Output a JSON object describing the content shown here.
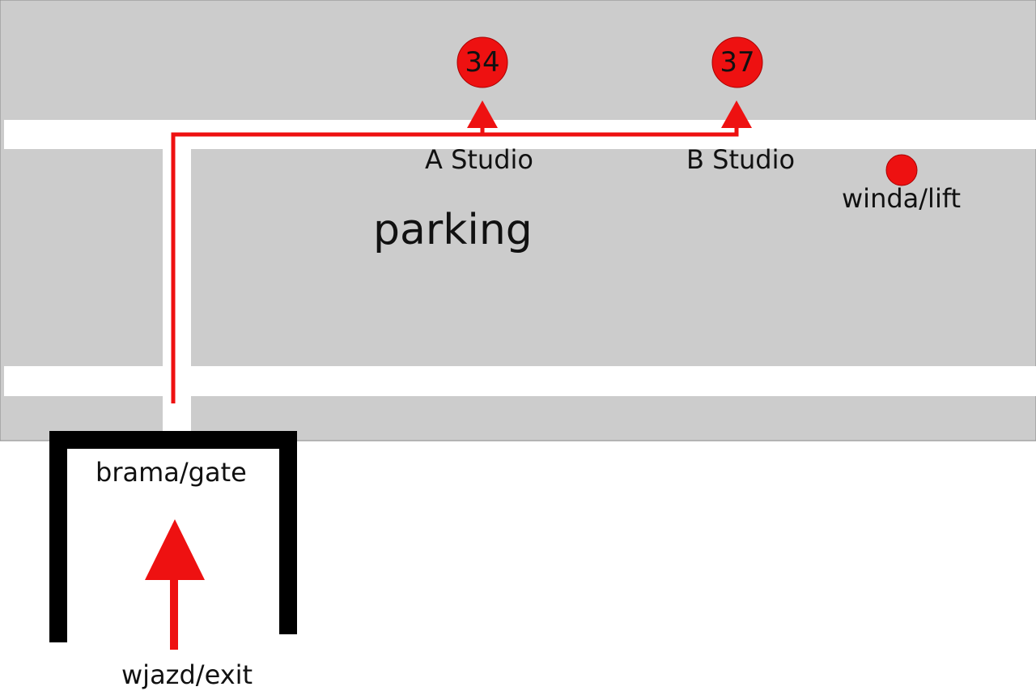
{
  "map": {
    "colors": {
      "lot": "#cccccc",
      "road": "#ffffff",
      "route": "#ee1111",
      "gate_frame": "#000000",
      "marker": "#ee1111"
    },
    "area_label": "parking",
    "markers": [
      {
        "number": "34",
        "label": "A Studio"
      },
      {
        "number": "37",
        "label": "B Studio"
      }
    ],
    "lift_label": "winda/lift",
    "gate_label": "brama/gate",
    "exit_label": "wjazd/exit"
  }
}
